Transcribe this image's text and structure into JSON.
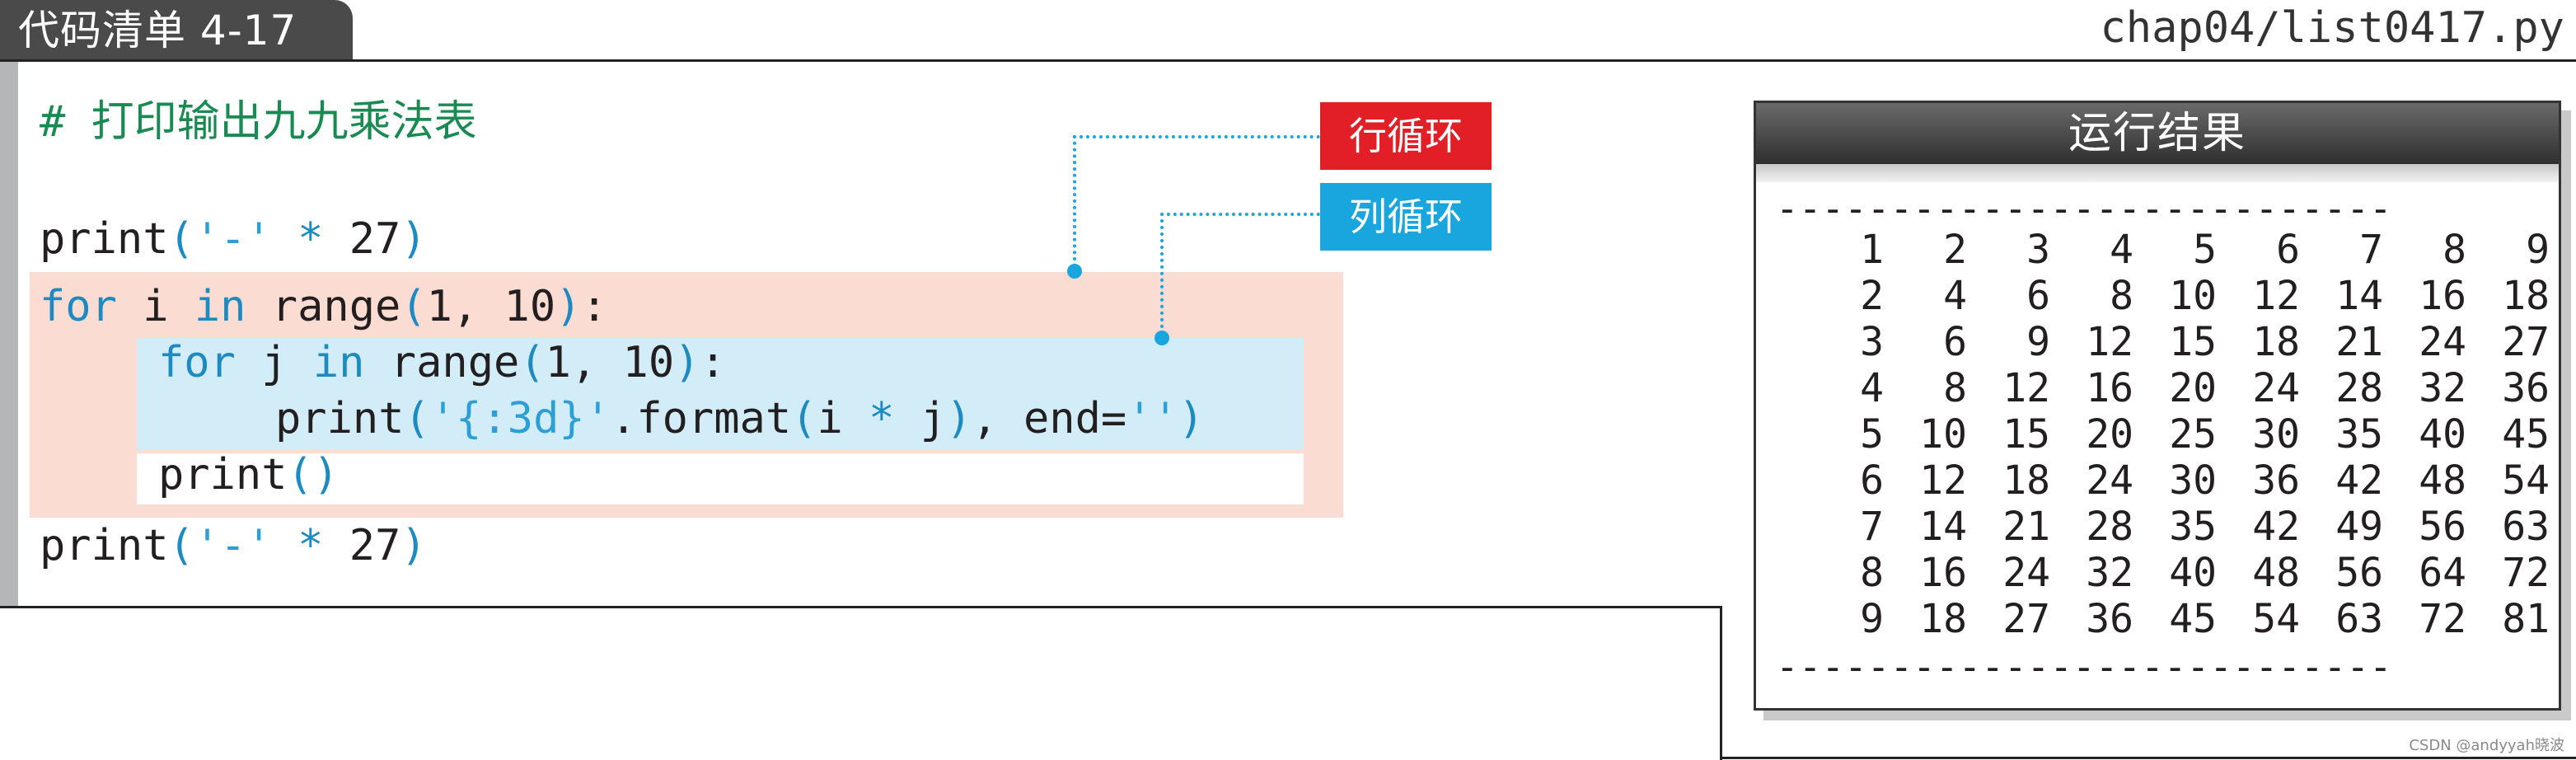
{
  "header": {
    "title": "代码清单 4-17",
    "file_name": "chap04/list0417.py"
  },
  "code": {
    "comment": "# 打印输出九九乘法表",
    "line_print_dash_1": {
      "fn": "print",
      "open": "(",
      "str": "'-'",
      "op": " * ",
      "num": "27",
      "close": ")"
    },
    "line_outer_for": {
      "kw_for": "for",
      "var": " i ",
      "kw_in": "in",
      "call": " range",
      "open": "(",
      "args": "1, 10",
      "close": ")",
      "colon": ":"
    },
    "line_inner_for": {
      "kw_for": "for",
      "var": " j ",
      "kw_in": "in",
      "call": " range",
      "open": "(",
      "args": "1, 10",
      "close": ")",
      "colon": ":"
    },
    "line_inner_print": {
      "fn": "print",
      "open": "(",
      "fmt": "'{:3d}'",
      "method": ".format",
      "open2": "(",
      "expr_i": "i",
      "op": " * ",
      "expr_j": "j",
      "close2": ")",
      "sep": ", end=",
      "empty": "''",
      "close": ")"
    },
    "line_print_newline": {
      "fn": "print",
      "parens": "()"
    },
    "line_print_dash_2": {
      "fn": "print",
      "open": "(",
      "str": "'-'",
      "op": " * ",
      "num": "27",
      "close": ")"
    }
  },
  "callouts": {
    "row_loop": "行循环",
    "col_loop": "列循环"
  },
  "colors": {
    "row_loop_accent": "#e21f26",
    "col_loop_accent": "#19a6df",
    "outer_loop_fill": "#fbdcd2",
    "inner_loop_fill": "#d3edf8"
  },
  "result": {
    "title": "运行结果",
    "separator": "---------------------------",
    "table": [
      [
        1,
        2,
        3,
        4,
        5,
        6,
        7,
        8,
        9
      ],
      [
        2,
        4,
        6,
        8,
        10,
        12,
        14,
        16,
        18
      ],
      [
        3,
        6,
        9,
        12,
        15,
        18,
        21,
        24,
        27
      ],
      [
        4,
        8,
        12,
        16,
        20,
        24,
        28,
        32,
        36
      ],
      [
        5,
        10,
        15,
        20,
        25,
        30,
        35,
        40,
        45
      ],
      [
        6,
        12,
        18,
        24,
        30,
        36,
        42,
        48,
        54
      ],
      [
        7,
        14,
        21,
        28,
        35,
        42,
        49,
        56,
        63
      ],
      [
        8,
        16,
        24,
        32,
        40,
        48,
        56,
        64,
        72
      ],
      [
        9,
        18,
        27,
        36,
        45,
        54,
        63,
        72,
        81
      ]
    ]
  },
  "watermark": "CSDN @andyyah晓波"
}
